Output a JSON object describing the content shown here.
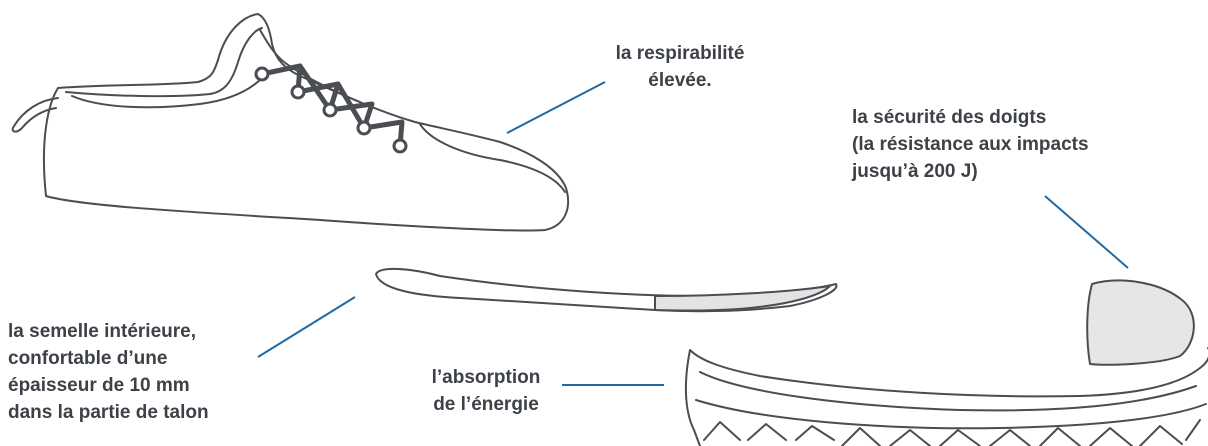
{
  "annotations": {
    "breathability": [
      "la respirabilité",
      "élevée."
    ],
    "toe_safety": [
      "la sécurité des doigts",
      "(la résistance aux impacts",
      "jusqu’à 200 J)"
    ],
    "insole": [
      "la semelle intérieure,",
      "confortable d’une",
      "épaisseur de 10 mm",
      "dans la partie de talon"
    ],
    "absorption": [
      "l’absorption",
      "de l’énergie"
    ]
  },
  "colors": {
    "text": "#3d4148",
    "leader_line": "#1f6aa5",
    "outline": "#4a4d52",
    "lace": "#4a4d52",
    "toe_cap_fill": "#e6e6e6",
    "insole_heel_fill": "#e3e3e3"
  }
}
